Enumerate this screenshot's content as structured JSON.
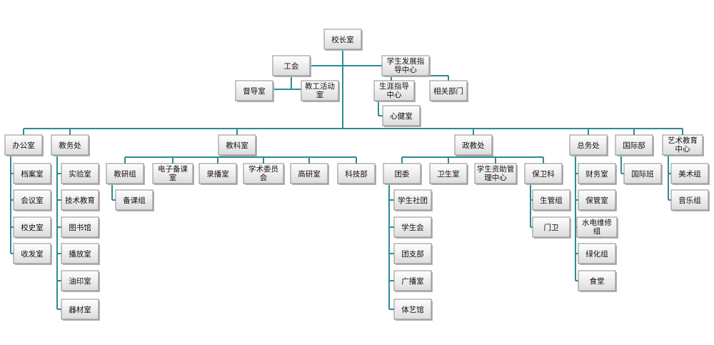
{
  "colors": {
    "connector": "#2d8a99",
    "box_border": "#8c8c8c",
    "box_fill_top": "#ffffff",
    "box_fill_bottom": "#dcdcdc",
    "text": "#111111"
  },
  "nodes": {
    "root": "校长室",
    "union": "工会",
    "supervision": "督导室",
    "staff_activity": "教工活动室",
    "student_dev": "学生发展指导中心",
    "career": "生涯指导中心",
    "related": "相关部门",
    "psych": "心健室",
    "office": "办公室",
    "archives": "档案室",
    "meeting": "会议室",
    "history": "校史室",
    "mailroom": "收发室",
    "academic": "教务处",
    "lab": "实验室",
    "tech_edu": "技术教育",
    "library": "图书馆",
    "broadcast": "播放室",
    "print": "油印室",
    "equipment": "器材室",
    "research": "教科室",
    "teach_group": "教研组",
    "lesson_group": "备课组",
    "e_prep": "电子备课室",
    "recording": "录播室",
    "academic_committee": "学术委员会",
    "gaoyan": "高研室",
    "sci_tech": "科技部",
    "political": "政教处",
    "youth_league": "团委",
    "clubs": "学生社团",
    "student_union": "学生会",
    "league_branch": "团支部",
    "radio": "广播室",
    "art_hall": "体艺馆",
    "clinic": "卫生室",
    "aid_center": "学生资助管理中心",
    "security": "保卫科",
    "dorm_mgmt": "生管组",
    "gate": "门卫",
    "general": "总务处",
    "finance": "财务室",
    "custody": "保管室",
    "repair": "水电维修组",
    "greening": "绿化组",
    "canteen": "食堂",
    "intl": "国际部",
    "intl_class": "国际班",
    "art_center": "艺术教育中心",
    "fine_arts": "美术组",
    "music": "音乐组"
  }
}
